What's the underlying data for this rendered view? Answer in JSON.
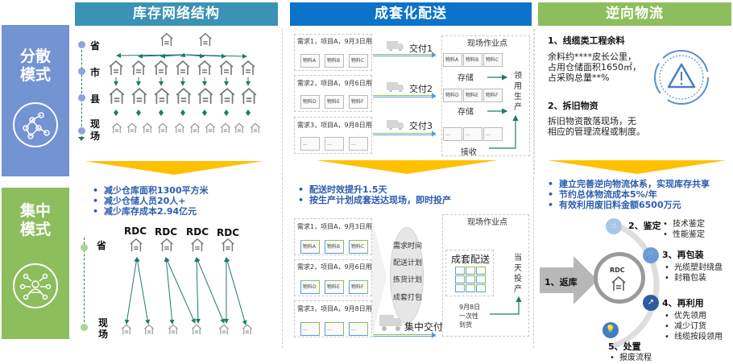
{
  "colors": {
    "teal_header": "#3a93b4",
    "blue_header": "#0b73c9",
    "green_header": "#8dbe5e",
    "dispersed_panel": "#7393d3",
    "centralized_panel": "#8dbe5e",
    "chevron": "#ffc000",
    "bullet_text": "#2a5db0",
    "arrow_green": "#1e7a6b"
  },
  "side_panels": {
    "dispersed": {
      "line1": "分散",
      "line2": "模式",
      "icon": "network-nodes-icon"
    },
    "centralized": {
      "line1": "集中",
      "line2": "模式",
      "icon": "hub-people-icon"
    }
  },
  "sections": {
    "inventory": {
      "title": "库存网络结构",
      "dispersed_levels": [
        "省",
        "市",
        "县",
        "现场"
      ],
      "centralized_levels": [
        "省",
        "现场"
      ],
      "rdc_labels": [
        "RDC",
        "RDC",
        "RDC",
        "RDC"
      ],
      "benefits": [
        "减少仓库面积1300平方米",
        "减少仓储人员20人+",
        "减少库存成本2.94亿元"
      ]
    },
    "kitting": {
      "title": "成套化配送",
      "requests": [
        {
          "label": "需求1，项目A，9月3日用",
          "items": [
            "物料A",
            "物料B",
            "物料C"
          ]
        },
        {
          "label": "需求2，项目A，9月6日用",
          "items": [
            "物料D",
            "物料E",
            "物料F"
          ]
        },
        {
          "label": "需求3，项目A，9月8日用",
          "items": [
            "...",
            "...",
            "..."
          ]
        }
      ],
      "deliveries": [
        "交付1",
        "交付2",
        "交付3"
      ],
      "site_label": "现场作业点",
      "store_labels": [
        "存储",
        "存储"
      ],
      "receive_label": "接收",
      "use_label": "领用生产",
      "benefits": [
        "配送时效提升1.5天",
        "按生产计划成套送达现场，即时投产"
      ],
      "plan_steps": [
        "需求时间",
        "配送计划",
        "拣货计划",
        "成套打包"
      ],
      "central_delivery": "集中交付",
      "kit_label": "成套配送",
      "arrival_note": [
        "9月8日",
        "一次性",
        "到货"
      ],
      "same_day": "当天投产"
    },
    "reverse": {
      "title": "逆向物流",
      "item1_title": "1、线缆类工程余料",
      "item1_text": [
        "余料约****皮长公里，",
        "占用仓储面积1650㎡，",
        "占采购总量**%"
      ],
      "item2_title": "2、拆旧物资",
      "item2_text": [
        "拆旧物资散落现场，无",
        "相应的管理流程或制度。"
      ],
      "benefits": [
        "建立完善逆向物流体系，实现库存共享",
        "节约总体物流成本5%/年",
        "有效利用废旧料金额6500万元"
      ],
      "hub_label": "RDC",
      "step1": "1、返库",
      "steps": [
        {
          "title": "2、鉴定",
          "icon": "touch-icon",
          "items": [
            "技术鉴定",
            "性能鉴定"
          ]
        },
        {
          "title": "3、再包装",
          "icon": "cart-icon",
          "items": [
            "光缆塑封绕盘",
            "封箱包装"
          ]
        },
        {
          "title": "4、再利用",
          "icon": "growth-chart-icon",
          "items": [
            "优先领用",
            "减少订货",
            "线缆按段领用"
          ]
        },
        {
          "title": "5、处置",
          "icon": "lightbulb-icon",
          "items": [
            "报废流程"
          ]
        }
      ]
    }
  }
}
